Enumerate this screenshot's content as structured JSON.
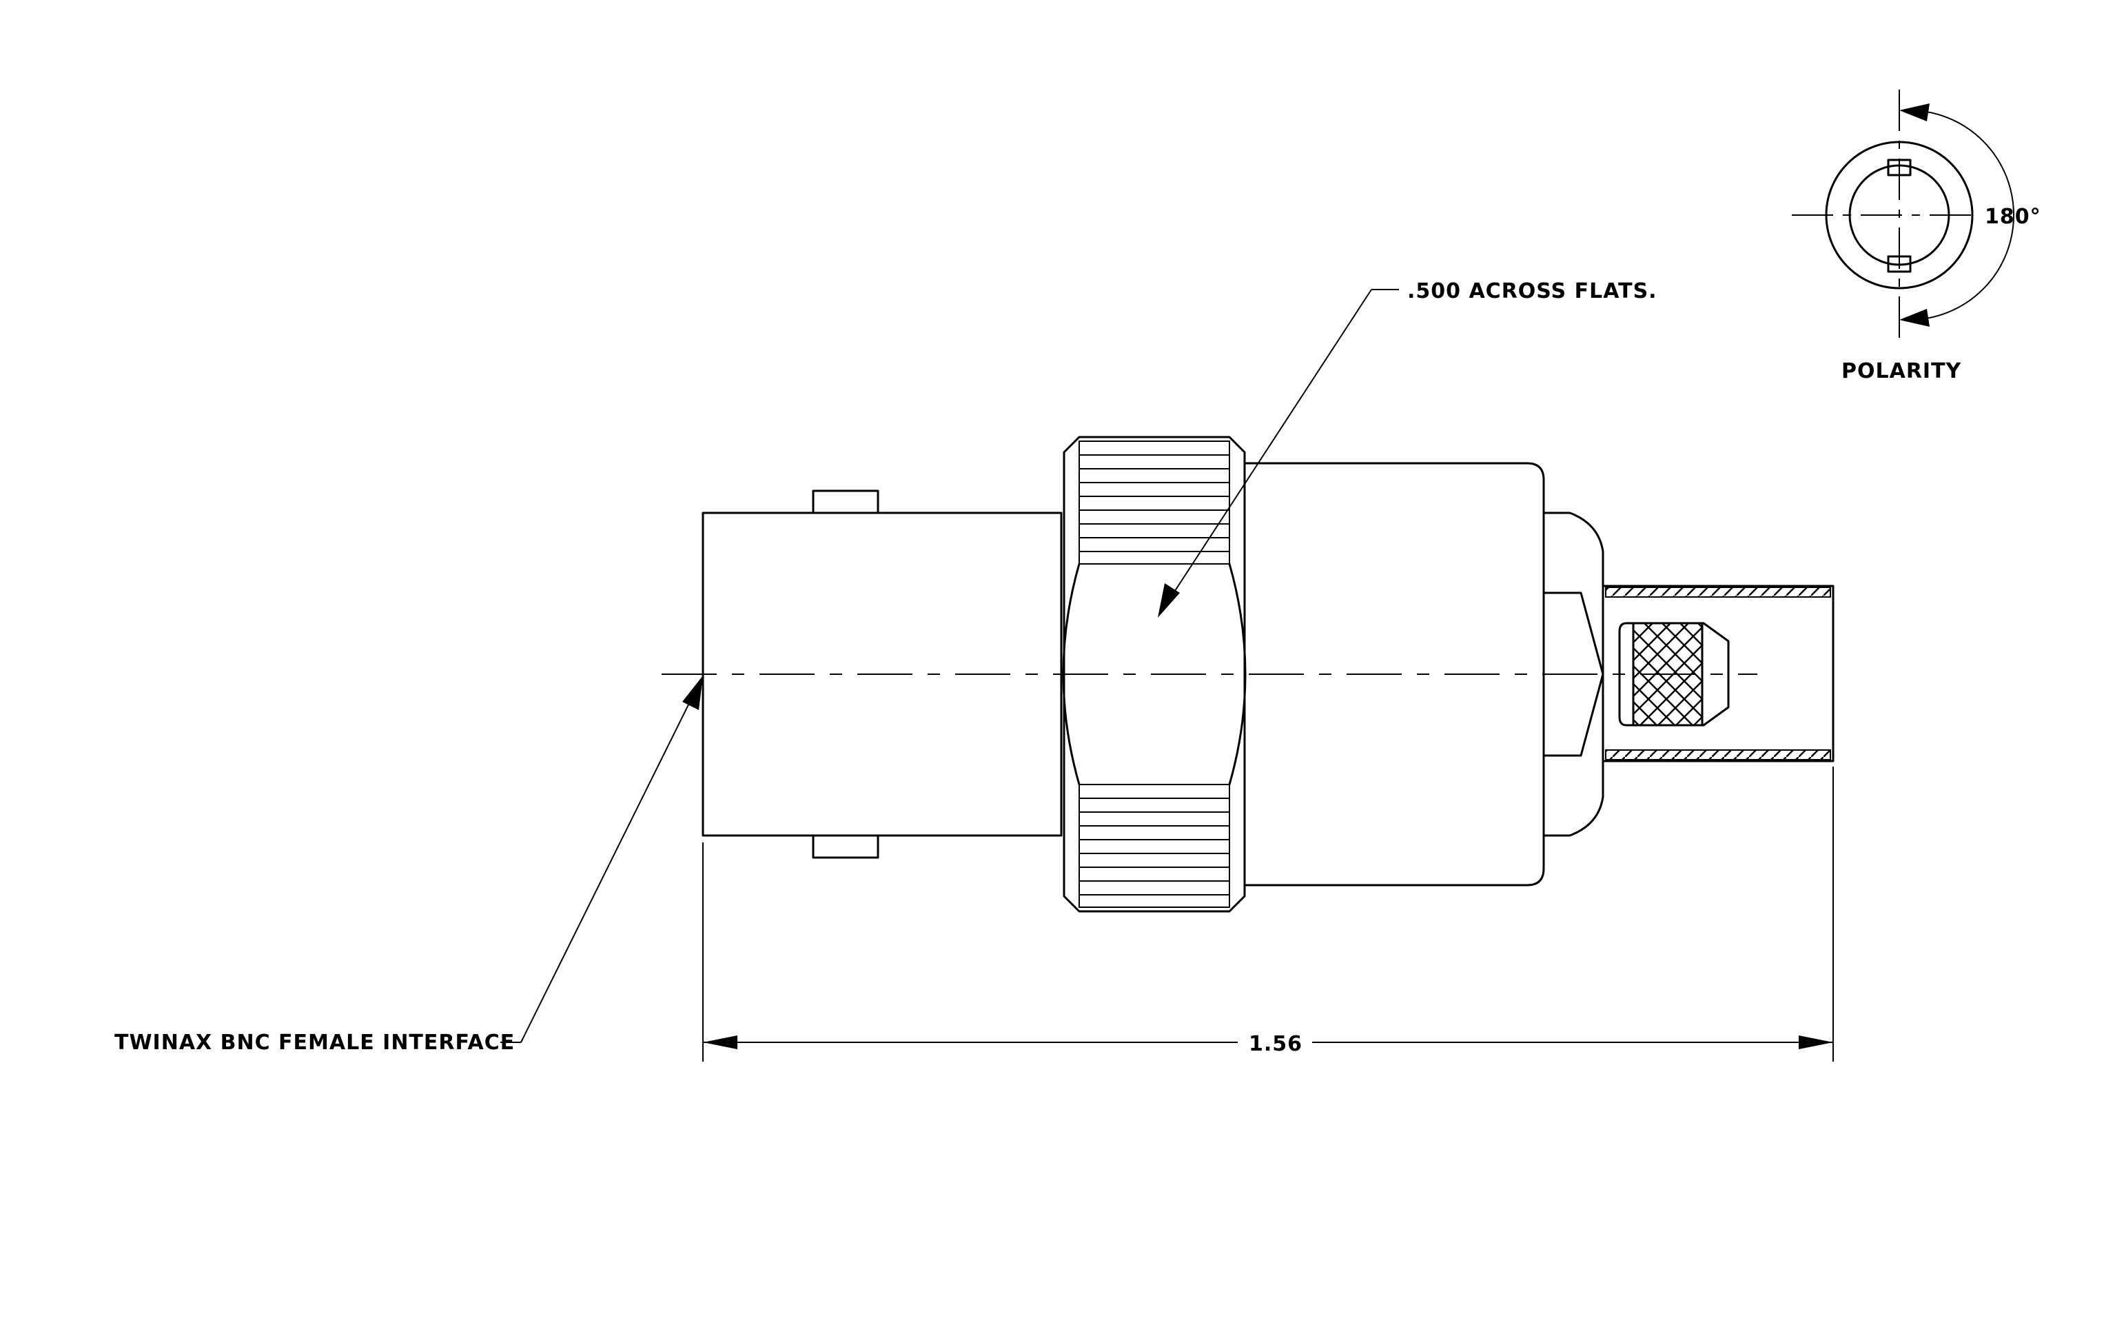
{
  "annotations": {
    "across_flats": ".500 ACROSS FLATS.",
    "interface": "TWINAX BNC FEMALE INTERFACE",
    "polarity": "POLARITY",
    "angle": "180°",
    "overall_length": "1.56"
  },
  "icons": [
    "polarity-key-icon",
    "knurl-pattern",
    "crosshatch-pattern"
  ]
}
